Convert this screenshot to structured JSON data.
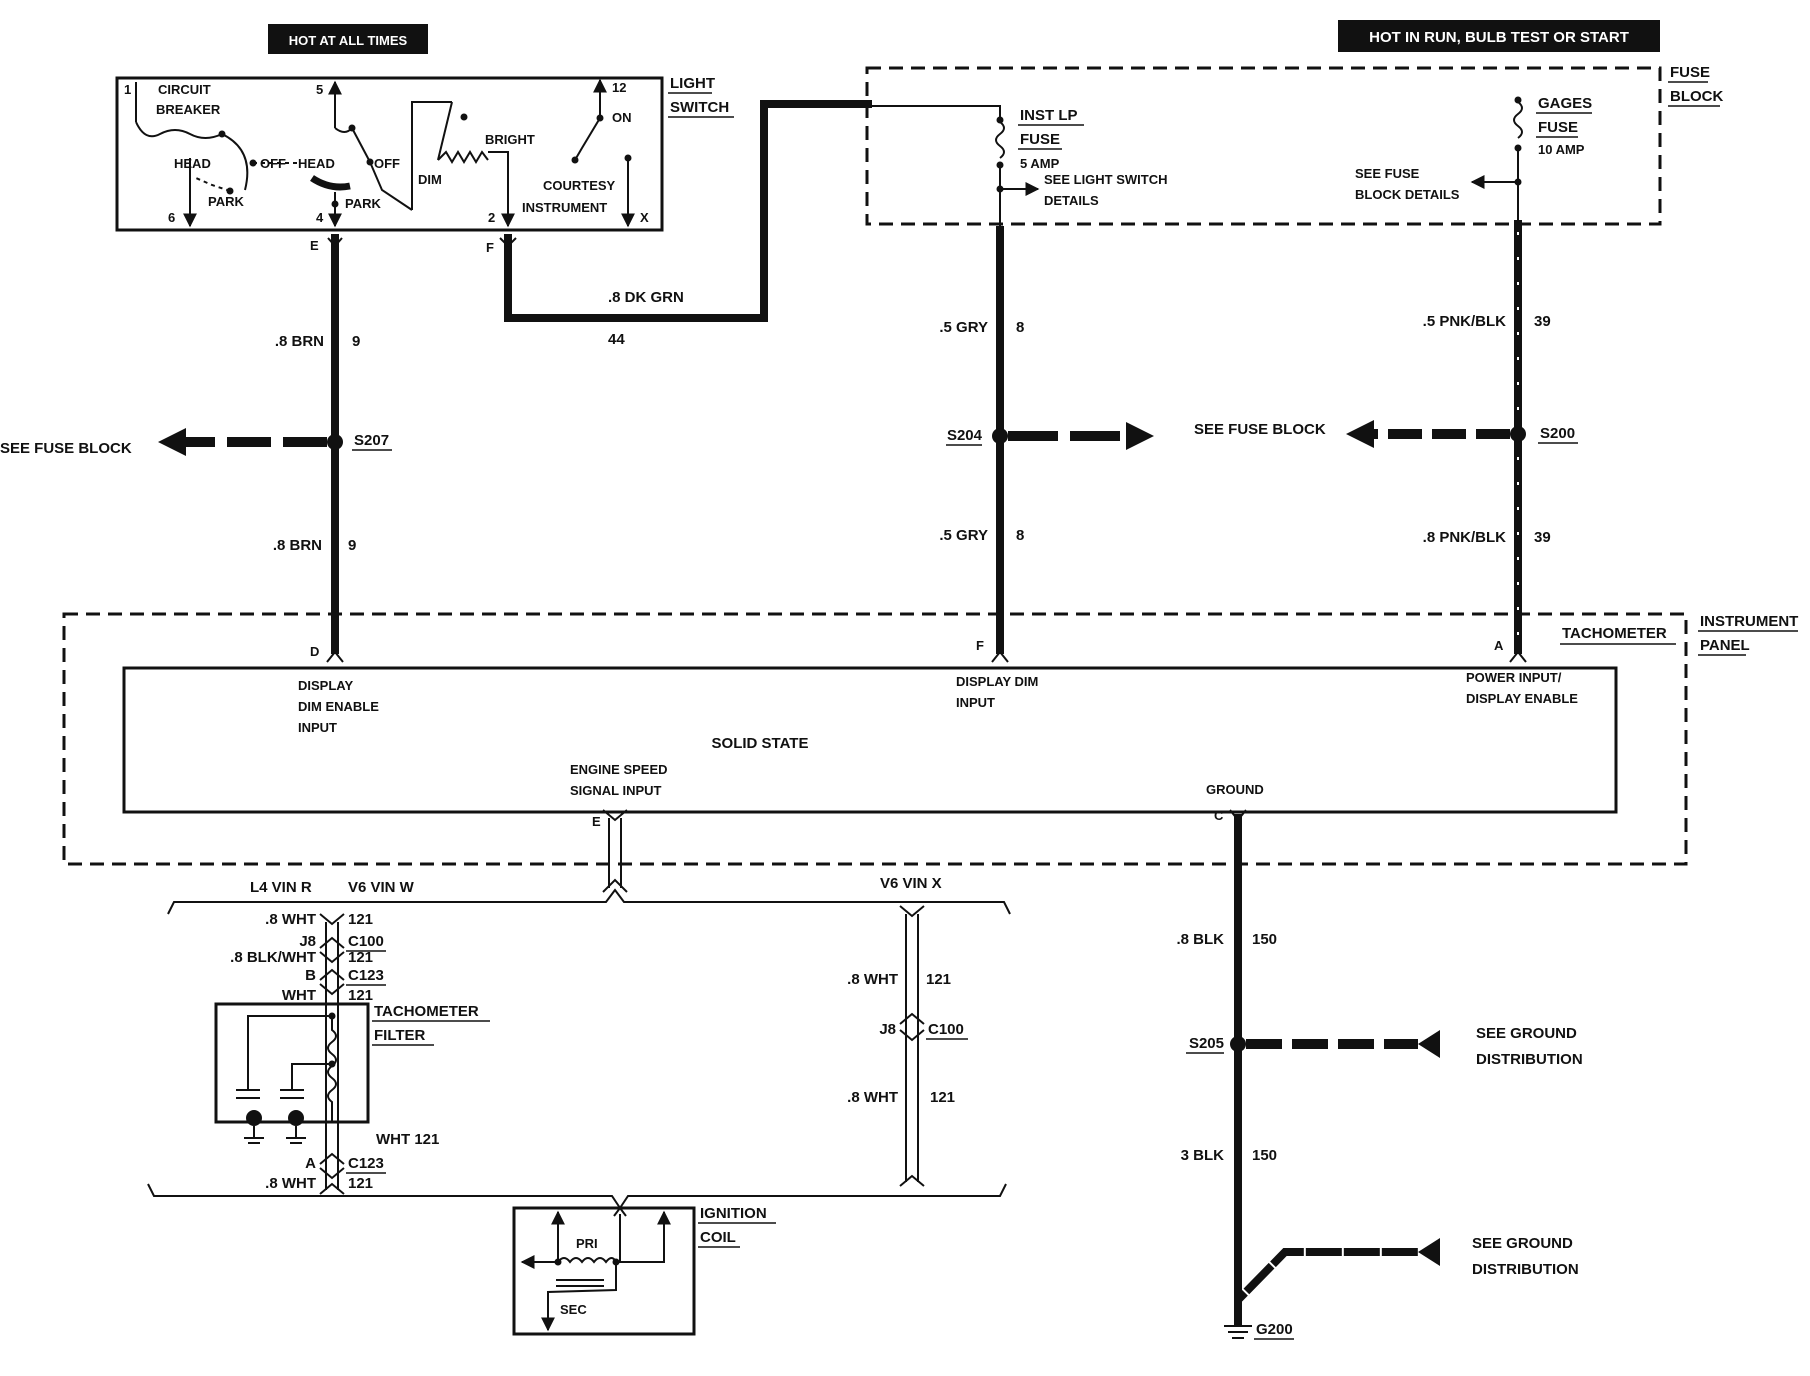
{
  "banners": {
    "hot_at_all_times": "HOT AT ALL TIMES",
    "hot_in_run": "HOT IN RUN, BULB TEST OR START"
  },
  "light_switch": {
    "title_1": "LIGHT",
    "title_2": "SWITCH",
    "circuit_1": "CIRCUIT",
    "circuit_2": "BREAKER",
    "head_left": "HEAD",
    "off_left": "OFF",
    "park_left": "PARK",
    "head_right": "HEAD",
    "off_right": "OFF",
    "park_right": "PARK",
    "bright": "BRIGHT",
    "dim": "DIM",
    "on": "ON",
    "courtesy": "COURTESY",
    "instrument": "INSTRUMENT",
    "pin_1": "1",
    "pin_5": "5",
    "pin_12": "12",
    "pin_6": "6",
    "pin_4": "4",
    "pin_2": "2",
    "pin_x": "X",
    "conn_e": "E",
    "conn_f": "F"
  },
  "fuse_block": {
    "title_1": "FUSE",
    "title_2": "BLOCK",
    "inst_1": "INST LP",
    "inst_2": "FUSE",
    "inst_amp": "5 AMP",
    "see_switch_1": "SEE LIGHT SWITCH",
    "see_switch_2": "DETAILS",
    "gages_1": "GAGES",
    "gages_2": "FUSE",
    "gages_amp": "10 AMP",
    "see_fuse_1": "SEE FUSE",
    "see_fuse_2": "BLOCK DETAILS"
  },
  "wires": {
    "brn_top": ".8 BRN",
    "brn_top_num": "9",
    "brn_bot": ".8 BRN",
    "brn_bot_num": "9",
    "dkgrn": ".8 DK GRN",
    "dkgrn_num": "44",
    "gry_top": ".5 GRY",
    "gry_top_num": "8",
    "gry_bot": ".5 GRY",
    "gry_bot_num": "8",
    "pnk_top": ".5 PNK/BLK",
    "pnk_top_num": "39",
    "pnk_bot": ".8 PNK/BLK",
    "pnk_bot_num": "39",
    "blk_top": ".8 BLK",
    "blk_top_num": "150",
    "blk_bot": "3 BLK",
    "blk_bot_num": "150"
  },
  "splices": {
    "s207": "S207",
    "s204": "S204",
    "s200": "S200",
    "s205": "S205",
    "g200": "G200",
    "see_fuse_left": "SEE FUSE BLOCK",
    "see_fuse_mid": "SEE FUSE BLOCK",
    "see_ground_1a": "SEE GROUND",
    "see_ground_1b": "DISTRIBUTION",
    "see_ground_2a": "SEE GROUND",
    "see_ground_2b": "DISTRIBUTION"
  },
  "tachometer": {
    "title": "TACHOMETER",
    "panel_1": "INSTRUMENT",
    "panel_2": "PANEL",
    "solid_state": "SOLID STATE",
    "pin_d": "D",
    "pin_f": "F",
    "pin_a": "A",
    "pin_e": "E",
    "pin_c": "C",
    "dim_enable_1": "DISPLAY",
    "dim_enable_2": "DIM ENABLE",
    "dim_enable_3": "INPUT",
    "dim_input_1": "DISPLAY DIM",
    "dim_input_2": "INPUT",
    "power_1": "POWER INPUT/",
    "power_2": "DISPLAY ENABLE",
    "engine_1": "ENGINE SPEED",
    "engine_2": "SIGNAL INPUT",
    "ground": "GROUND"
  },
  "lower": {
    "l4": "L4 VIN R",
    "v6w": "V6 VIN W",
    "v6x": "V6 VIN X",
    "wht_08_a": ".8 WHT",
    "n121_a": "121",
    "j8_a": "J8",
    "c100_a": "C100",
    "blkwht": ".8 BLK/WHT",
    "n121_b": "121",
    "b": "B",
    "c123_a": "C123",
    "wht_a": "WHT",
    "n121_c": "121",
    "filter_1": "TACHOMETER",
    "filter_2": "FILTER",
    "wht121": "WHT 121",
    "a": "A",
    "c123_b": "C123",
    "wht_08_b": ".8 WHT",
    "n121_d": "121",
    "x_wht_1": ".8 WHT",
    "x_121_1": "121",
    "x_j8": "J8",
    "x_c100": "C100",
    "x_wht_2": ".8 WHT",
    "x_121_2": "121",
    "coil_1": "IGNITION",
    "coil_2": "COIL",
    "pri": "PRI",
    "sec": "SEC"
  }
}
